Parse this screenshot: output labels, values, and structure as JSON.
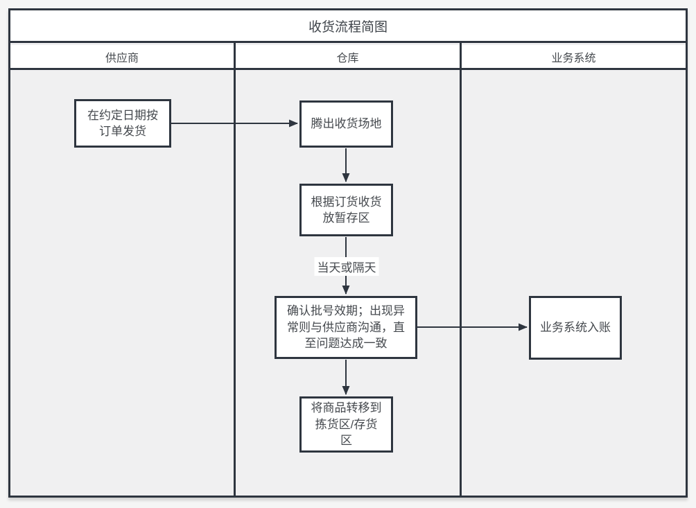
{
  "diagram": {
    "title": "收货流程简图",
    "lanes": [
      {
        "id": "supplier",
        "label": "供应商"
      },
      {
        "id": "warehouse",
        "label": "仓库"
      },
      {
        "id": "business",
        "label": "业务系统"
      }
    ],
    "nodes": {
      "ship": {
        "lane": "supplier",
        "text": "在约定日期按\n订单发货"
      },
      "clear_area": {
        "lane": "warehouse",
        "text": "腾出收货场地"
      },
      "receive_temp": {
        "lane": "warehouse",
        "text": "根据订货收货\n放暂存区"
      },
      "confirm_batch": {
        "lane": "warehouse",
        "text": "确认批号效期；出现异\n常则与供应商沟通，直\n至问题达成一致"
      },
      "posting": {
        "lane": "business",
        "text": "业务系统入账"
      },
      "move_zone": {
        "lane": "warehouse",
        "text": "将商品转移到\n拣货区/存货\n区"
      }
    },
    "edge_labels": {
      "same_or_next_day": "当天或隔天"
    },
    "edges": [
      {
        "from": "ship",
        "to": "clear_area",
        "label": ""
      },
      {
        "from": "clear_area",
        "to": "receive_temp",
        "label": ""
      },
      {
        "from": "receive_temp",
        "to": "confirm_batch",
        "label": "当天或隔天"
      },
      {
        "from": "confirm_batch",
        "to": "posting",
        "label": ""
      },
      {
        "from": "confirm_batch",
        "to": "move_zone",
        "label": ""
      }
    ],
    "colors": {
      "line": "#2e353f",
      "node_fill": "#ffffff",
      "band_fill": "#ffffff",
      "lane_fill": "#f0f0f1",
      "page_bg": "#f5f5f5",
      "text": "#45494e"
    }
  }
}
